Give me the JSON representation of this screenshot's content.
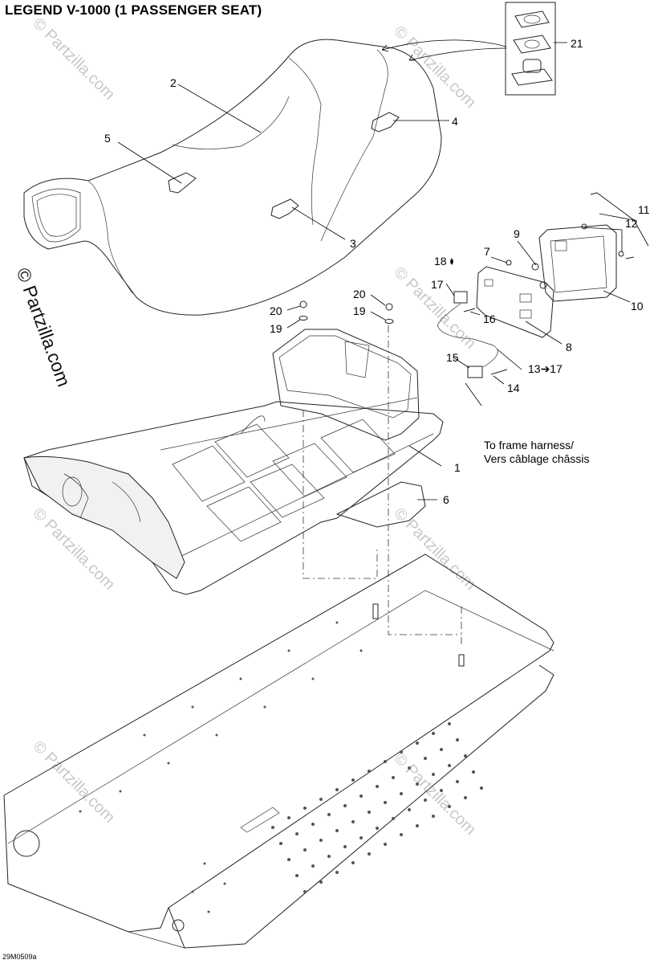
{
  "title": "LEGEND V-1000 (1 PASSENGER SEAT)",
  "diagram_code": "29M0509a",
  "watermark_side": "© Partzilla.com",
  "watermark_tiled": "© Partzilla.com",
  "note": {
    "line1": "To frame harness/",
    "line2": "Vers câblage châssis"
  },
  "callouts": {
    "c1": "1",
    "c2": "2",
    "c3": "3",
    "c4": "4",
    "c5": "5",
    "c6": "6",
    "c7": "7",
    "c8": "8",
    "c9": "9",
    "c10": "10",
    "c11": "11",
    "c12": "12",
    "c13": "13➔17",
    "c14": "14",
    "c15": "15",
    "c16": "16",
    "c17": "17",
    "c18": "18",
    "c19a": "19",
    "c19b": "19",
    "c20a": "20",
    "c20b": "20",
    "c21": "21"
  }
}
